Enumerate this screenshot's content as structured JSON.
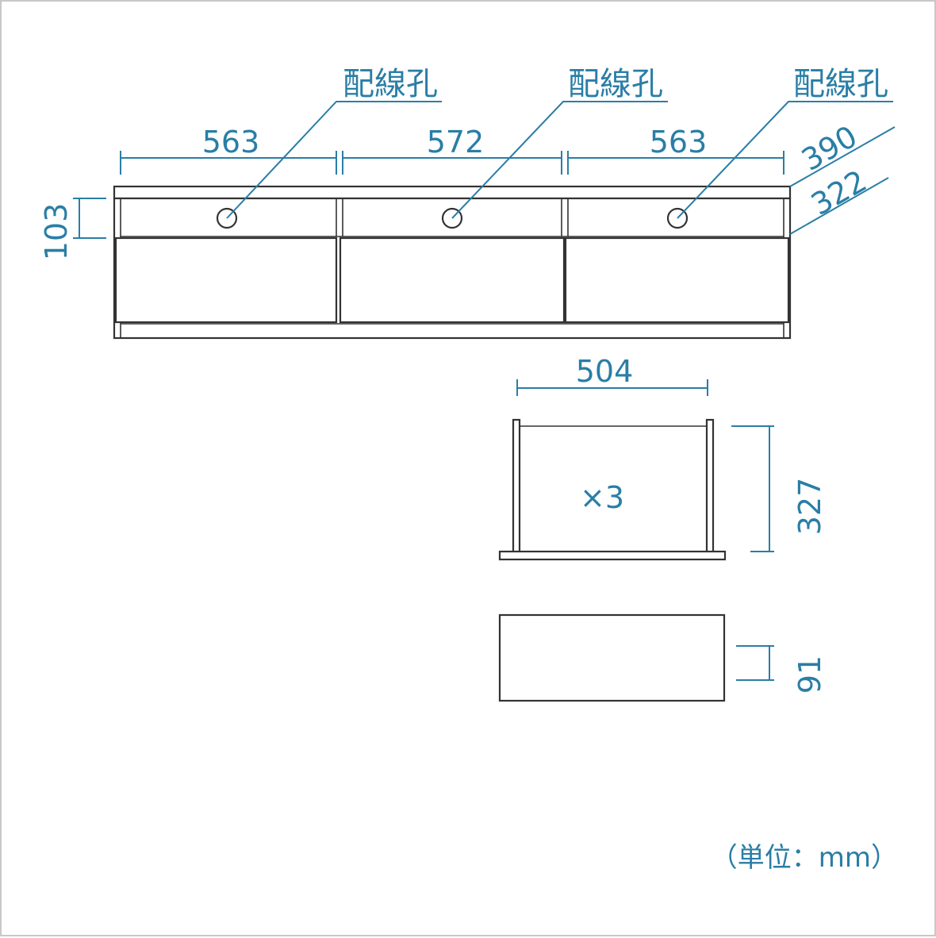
{
  "labels": {
    "hole_1": "配線孔",
    "hole_2": "配線孔",
    "hole_3": "配線孔"
  },
  "dimensions": {
    "width_left": "563",
    "width_center": "572",
    "width_right": "563",
    "depth_outer": "390",
    "depth_inner": "322",
    "shelf_height": "103",
    "drawer_width": "504",
    "drawer_depth": "327",
    "drawer_height": "91"
  },
  "drawer_count": "×3",
  "unit_note": "（単位：mm）",
  "colors": {
    "dimension": "#2a7ea6",
    "outline": "#333333",
    "frame": "#c8c8c8"
  }
}
